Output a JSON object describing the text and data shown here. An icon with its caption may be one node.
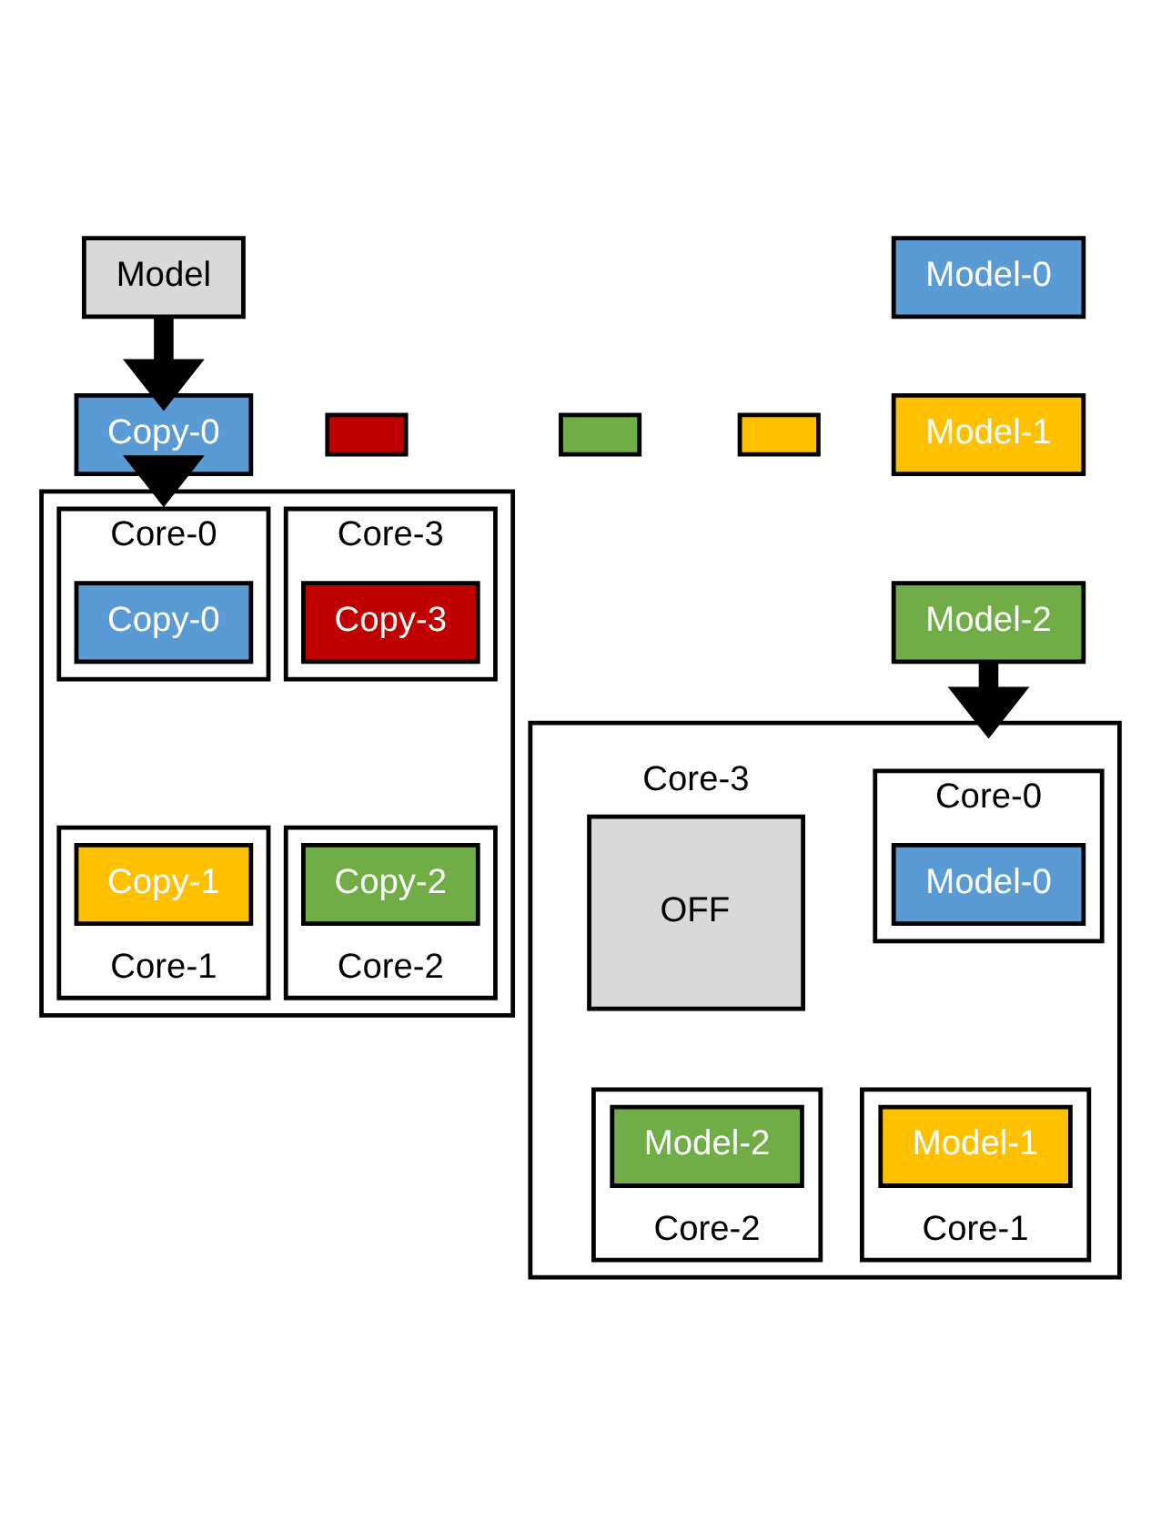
{
  "diagram": {
    "nodes": [
      {
        "text": [
          "Model"
        ]
      },
      {
        "text": [],
        "shape": "box"
      },
      {
        "text": [],
        "shape": "box"
      },
      {
        "text": [],
        "shape": "box"
      },
      {
        "text": [
          "Copy-0"
        ]
      },
      {
        "text": [
          "Model-0"
        ]
      },
      {
        "text": [
          "Model-1"
        ]
      },
      {
        "text": [
          "Model-2"
        ]
      },
      {
        "text": [],
        "shape": "box"
      },
      {
        "text": [],
        "shape": "box",
        "beside": [
          "Core-0"
        ],
        "in": 8
      },
      {
        "text": [
          "Copy-0"
        ],
        "in": 9
      },
      {
        "text": [],
        "shape": "box",
        "beside": [
          "Core-3"
        ],
        "in": 8
      },
      {
        "text": [
          "Copy-3"
        ],
        "in": 11
      },
      {
        "text": [],
        "shape": "box",
        "beside": [
          "Core-1"
        ],
        "in": 8
      },
      {
        "text": [
          "Copy-1"
        ],
        "in": 13
      },
      {
        "text": [],
        "shape": "box",
        "beside": [
          "Core-2"
        ],
        "in": 8
      },
      {
        "text": [
          "Copy-2"
        ],
        "in": 15
      },
      {
        "text": [],
        "shape": "box"
      },
      {
        "text": [],
        "shape": "box",
        "beside": [
          "Core-0"
        ],
        "in": 17
      },
      {
        "text": [
          "Model-0"
        ],
        "in": 18
      },
      {
        "text": [
          "OFF"
        ],
        "beside": [
          "Core-3"
        ],
        "in": 17
      },
      {
        "text": [],
        "shape": "box",
        "beside": [
          "Core-1"
        ],
        "in": 17
      },
      {
        "text": [
          "Model-1"
        ],
        "in": 21
      },
      {
        "text": [],
        "shape": "box",
        "beside": [
          "Core-2"
        ],
        "in": 17
      },
      {
        "text": [
          "Model-2"
        ],
        "in": 23
      }
    ],
    "edges": [
      {
        "from": 0,
        "to": 4,
        "arrow": "to"
      },
      {
        "from": 4,
        "to": 8,
        "arrow": "to"
      },
      {
        "from": 7,
        "to": 17,
        "arrow": "to"
      }
    ]
  }
}
